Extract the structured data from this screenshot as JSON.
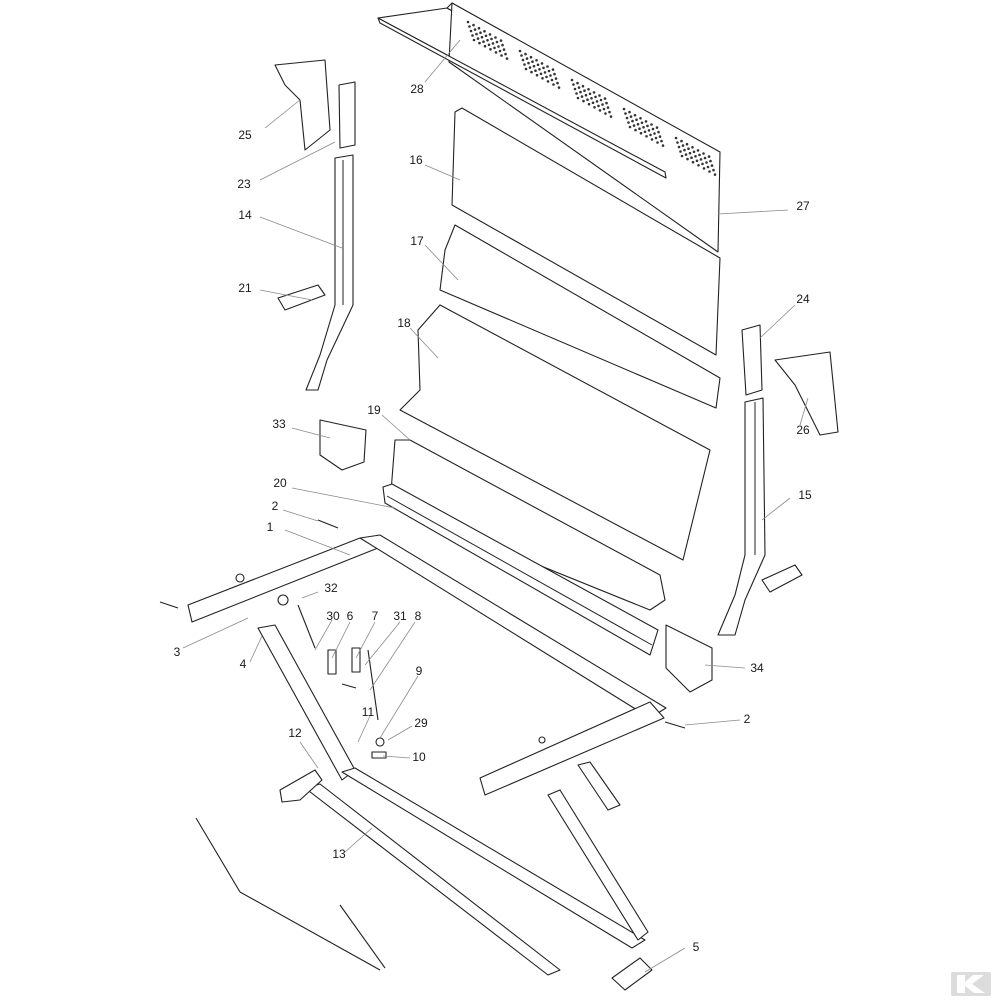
{
  "diagram": {
    "type": "exploded-parts-diagram",
    "callouts": [
      "1",
      "2",
      "2",
      "3",
      "4",
      "5",
      "6",
      "7",
      "8",
      "9",
      "10",
      "11",
      "12",
      "13",
      "14",
      "15",
      "16",
      "17",
      "18",
      "19",
      "20",
      "21",
      "23",
      "24",
      "25",
      "26",
      "27",
      "28",
      "29",
      "30",
      "31",
      "32",
      "33",
      "34"
    ]
  },
  "logo": {
    "text": "K",
    "color": "#dcdcdc"
  }
}
